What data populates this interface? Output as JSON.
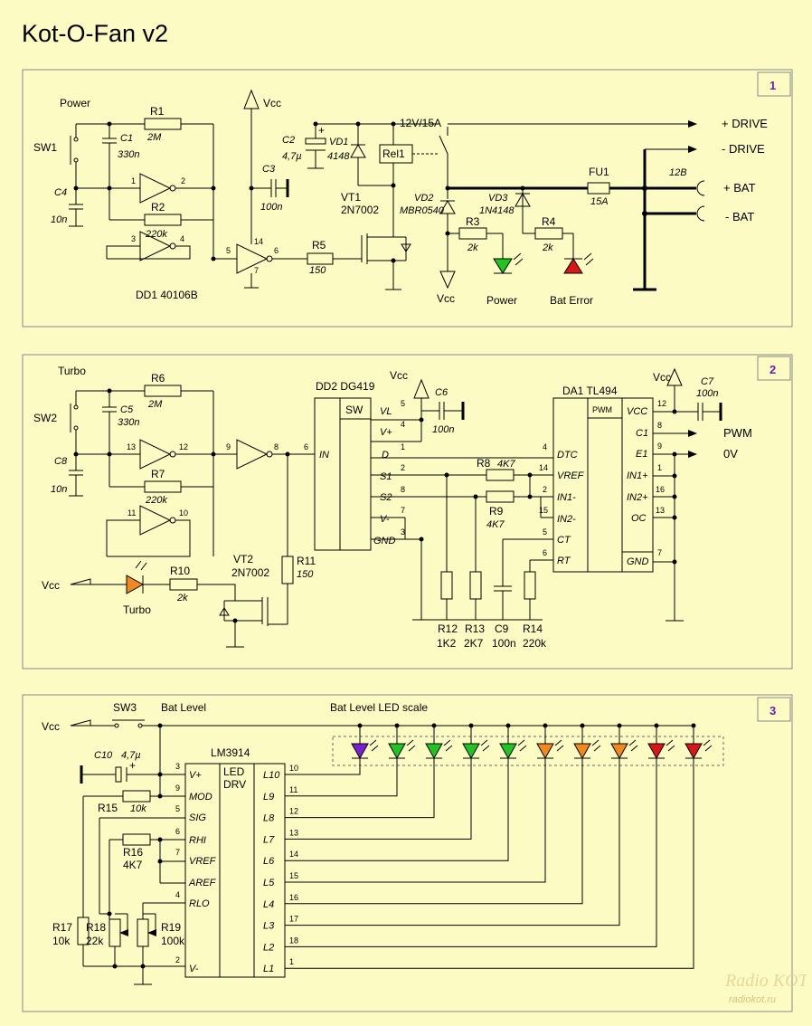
{
  "title": "Kot-O-Fan v2",
  "watermark": {
    "line1": "Radio KOT",
    "line2": "radiokot.ru"
  },
  "panel1": {
    "number": "1",
    "labels": {
      "power": "Power",
      "sw1": "SW1",
      "r1": "R1",
      "r1v": "2M",
      "c1": "C1",
      "c1v": "330n",
      "c4": "C4",
      "c4v": "10n",
      "r2": "R2",
      "r2v": "220k",
      "dd1": "DD1 40106B",
      "vcc": "Vcc",
      "c2": "C2",
      "c2v": "4,7µ",
      "vd1": "VD1",
      "vd1v": "4148",
      "c3": "C3",
      "c3v": "100n",
      "rel1": "Rel1",
      "relay": "12V/15A",
      "vt1": "VT1",
      "vt1v": "2N7002",
      "r5": "R5",
      "r5v": "150",
      "vd2": "VD2",
      "vd2v": "MBR0540",
      "vd3": "VD3",
      "vd3v": "1N4148",
      "fu1": "FU1",
      "fu1v": "15A",
      "r3": "R3",
      "r3v": "2k",
      "r4": "R4",
      "r4v": "2k",
      "v12": "12В",
      "drive_p": "+ DRIVE",
      "drive_m": "- DRIVE",
      "bat_p": "+ BAT",
      "bat_m": "- BAT",
      "vcc2": "Vcc",
      "led_power": "Power",
      "led_err": "Bat Error",
      "p1": "1",
      "p2": "2",
      "p3": "3",
      "p4": "4",
      "p5": "5",
      "p6": "6",
      "p14": "14",
      "p7": "7"
    }
  },
  "panel2": {
    "number": "2",
    "labels": {
      "turbo": "Turbo",
      "sw2": "SW2",
      "r6": "R6",
      "r6v": "2M",
      "c5": "C5",
      "c5v": "330n",
      "c8": "C8",
      "c8v": "10n",
      "r7": "R7",
      "r7v": "220k",
      "dd2": "DD2 DG419",
      "sw": "SW",
      "vcc": "Vcc",
      "c6": "C6",
      "c6v": "100n",
      "in": "IN",
      "vl": "VL",
      "vp": "V+",
      "d": "D",
      "s1": "S1",
      "s2": "S2",
      "vm": "V-",
      "gnd": "GND",
      "r8": "R8",
      "r8v": "4K7",
      "r9": "R9",
      "r9v": "4K7",
      "da1": "DA1 TL494",
      "pwm": "PWM",
      "dtc": "DTC",
      "vref": "VREF",
      "in1m": "IN1-",
      "in2m": "IN2-",
      "ct": "CT",
      "rt": "RT",
      "vccp": "VCC",
      "c1p": "C1",
      "e1p": "E1",
      "in1p": "IN1+",
      "in2p": "IN2+",
      "oc": "OC",
      "gndp": "GND",
      "vcc2": "Vcc",
      "c7": "C7",
      "c7v": "100n",
      "out_pwm": "PWM",
      "out_0v": "0V",
      "vcc3": "Vcc",
      "r10": "R10",
      "r10v": "2k",
      "led_turbo": "Turbo",
      "vt2": "VT2",
      "vt2v": "2N7002",
      "r11": "R11",
      "r11v": "150",
      "r12": "R12",
      "r12v": "1K2",
      "r13": "R13",
      "r13v": "2K7",
      "c9": "C9",
      "c9v": "100n",
      "r14": "R14",
      "r14v": "220k",
      "q13": "13",
      "q12": "12",
      "q9": "9",
      "q8": "8",
      "q6": "6",
      "q11": "11",
      "q10": "10",
      "d5": "5",
      "d4": "4",
      "d1": "1",
      "d2": "2",
      "d8": "8",
      "d7": "7",
      "d3": "3",
      "t4": "4",
      "t14": "14",
      "t2": "2",
      "t15": "15",
      "t5": "5",
      "t6": "6",
      "t12": "12",
      "t8": "8",
      "t9": "9",
      "t1": "1",
      "t16": "16",
      "t13": "13",
      "t7": "7"
    }
  },
  "panel3": {
    "number": "3",
    "labels": {
      "sw3": "SW3",
      "batlevel": "Bat Level",
      "scale": "Bat Level LED scale",
      "vcc": "Vcc",
      "c10": "C10",
      "c10v": "4,7µ",
      "lm": "LM3914",
      "led": "LED",
      "drv": "DRV",
      "vplus": "V+",
      "mod": "MOD",
      "sig": "SIG",
      "rhi": "RHI",
      "vref": "VREF",
      "aref": "AREF",
      "rlo": "RLO",
      "vminus": "V-",
      "r15": "R15",
      "r15v": "10k",
      "r16": "R16",
      "r16v": "4K7",
      "r17": "R17",
      "r17v": "10k",
      "r18": "R18",
      "r18v": "22k",
      "r19": "R19",
      "r19v": "100k",
      "lp3": "3",
      "lp9": "9",
      "lp5": "5",
      "lp6": "6",
      "lp7": "7",
      "lp4": "4",
      "lp2": "2",
      "outputs": [
        {
          "name": "L10",
          "pin": "10"
        },
        {
          "name": "L9",
          "pin": "11"
        },
        {
          "name": "L8",
          "pin": "12"
        },
        {
          "name": "L7",
          "pin": "13"
        },
        {
          "name": "L6",
          "pin": "14"
        },
        {
          "name": "L5",
          "pin": "15"
        },
        {
          "name": "L4",
          "pin": "16"
        },
        {
          "name": "L3",
          "pin": "17"
        },
        {
          "name": "L2",
          "pin": "18"
        },
        {
          "name": "L1",
          "pin": "1"
        }
      ]
    },
    "led_colors": [
      "#7a20d0",
      "#22c322",
      "#22c322",
      "#22c322",
      "#22c322",
      "#f08a20",
      "#f08a20",
      "#f08a20",
      "#d81818",
      "#d81818"
    ]
  },
  "colors": {
    "background": "#fdfbc4",
    "led_green": "#22c322",
    "led_red": "#d81818",
    "led_orange": "#f08a20",
    "led_violet": "#7a20d0",
    "panel_number": "#6a1fa6"
  }
}
